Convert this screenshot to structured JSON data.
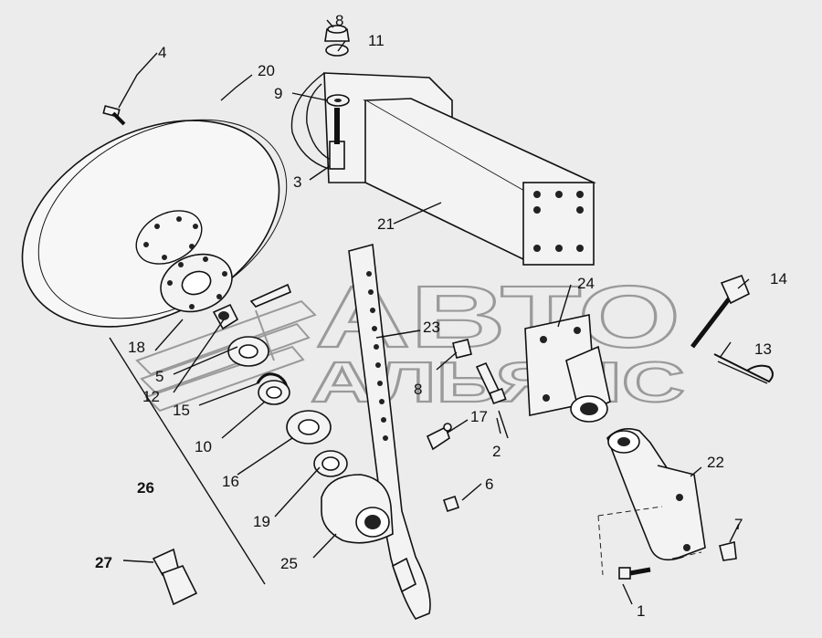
{
  "watermark": {
    "line1": "АВТО",
    "line2": "АЛЬЯНС"
  },
  "callouts": [
    {
      "id": "c1",
      "text": "1"
    },
    {
      "id": "c2",
      "text": "2"
    },
    {
      "id": "c3",
      "text": "3"
    },
    {
      "id": "c4",
      "text": "4"
    },
    {
      "id": "c5",
      "text": "5"
    },
    {
      "id": "c6",
      "text": "6"
    },
    {
      "id": "c7",
      "text": "7"
    },
    {
      "id": "c8a",
      "text": "8"
    },
    {
      "id": "c8b",
      "text": "8"
    },
    {
      "id": "c9",
      "text": "9"
    },
    {
      "id": "c10",
      "text": "10"
    },
    {
      "id": "c11",
      "text": "11"
    },
    {
      "id": "c12",
      "text": "12"
    },
    {
      "id": "c13",
      "text": "13"
    },
    {
      "id": "c14",
      "text": "14"
    },
    {
      "id": "c15",
      "text": "15"
    },
    {
      "id": "c16",
      "text": "16"
    },
    {
      "id": "c17",
      "text": "17"
    },
    {
      "id": "c18",
      "text": "18"
    },
    {
      "id": "c19",
      "text": "19"
    },
    {
      "id": "c20",
      "text": "20"
    },
    {
      "id": "c21",
      "text": "21"
    },
    {
      "id": "c22",
      "text": "22"
    },
    {
      "id": "c23",
      "text": "23"
    },
    {
      "id": "c24",
      "text": "24"
    },
    {
      "id": "c25",
      "text": "25"
    },
    {
      "id": "c26",
      "text": "26"
    },
    {
      "id": "c27",
      "text": "27"
    }
  ]
}
